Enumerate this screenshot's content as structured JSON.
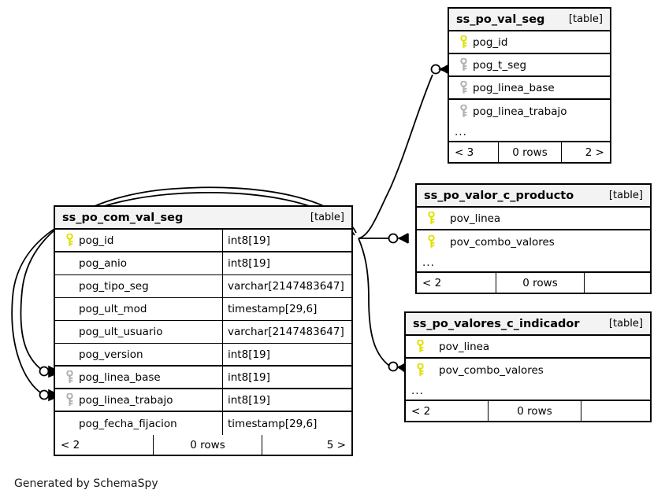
{
  "diagram": {
    "tool": "SchemaSpy",
    "caption": "Generated by SchemaSpy",
    "table_tag": "[table]",
    "ellipsis": "...",
    "colors": {
      "primary_key": "#e0e000",
      "foreign_key": "#b0b0b0",
      "header_bg": "#f3f3f3",
      "border": "#000000",
      "background": "#ffffff"
    }
  },
  "tables": [
    {
      "id": "ss_po_val_seg",
      "name": "ss_po_val_seg",
      "tag": "[table]",
      "columns": [
        {
          "name": "pog_id",
          "key": "primary",
          "type": ""
        },
        {
          "name": "pog_t_seg",
          "key": "foreign",
          "type": ""
        },
        {
          "name": "pog_linea_base",
          "key": "foreign",
          "type": ""
        },
        {
          "name": "pog_linea_trabajo",
          "key": "foreign",
          "type": ""
        }
      ],
      "truncated": "...",
      "footer": {
        "left": "< 3",
        "center": "0 rows",
        "right": "2 >"
      }
    },
    {
      "id": "ss_po_com_val_seg",
      "name": "ss_po_com_val_seg",
      "tag": "[table]",
      "columns": [
        {
          "name": "pog_id",
          "key": "primary",
          "type": "int8[19]"
        },
        {
          "name": "pog_anio",
          "key": "none",
          "type": "int8[19]"
        },
        {
          "name": "pog_tipo_seg",
          "key": "none",
          "type": "varchar[2147483647]"
        },
        {
          "name": "pog_ult_mod",
          "key": "none",
          "type": "timestamp[29,6]"
        },
        {
          "name": "pog_ult_usuario",
          "key": "none",
          "type": "varchar[2147483647]"
        },
        {
          "name": "pog_version",
          "key": "none",
          "type": "int8[19]"
        },
        {
          "name": "pog_linea_base",
          "key": "foreign",
          "type": "int8[19]"
        },
        {
          "name": "pog_linea_trabajo",
          "key": "foreign",
          "type": "int8[19]"
        },
        {
          "name": "pog_fecha_fijacion",
          "key": "none",
          "type": "timestamp[29,6]"
        }
      ],
      "truncated": "",
      "footer": {
        "left": "< 2",
        "center": "0 rows",
        "right": "5 >"
      }
    },
    {
      "id": "ss_po_valor_c_producto",
      "name": "ss_po_valor_c_producto",
      "tag": "[table]",
      "columns": [
        {
          "name": "pov_linea",
          "key": "primary",
          "type": ""
        },
        {
          "name": "pov_combo_valores",
          "key": "primary",
          "type": ""
        }
      ],
      "truncated": "...",
      "footer": {
        "left": "< 2",
        "center": "0 rows",
        "right": ""
      }
    },
    {
      "id": "ss_po_valores_c_indicador",
      "name": "ss_po_valores_c_indicador",
      "tag": "[table]",
      "columns": [
        {
          "name": "pov_linea",
          "key": "primary",
          "type": ""
        },
        {
          "name": "pov_combo_valores",
          "key": "primary",
          "type": ""
        }
      ],
      "truncated": "...",
      "footer": {
        "left": "< 2",
        "center": "0 rows",
        "right": ""
      }
    }
  ],
  "relationships": [
    {
      "from": "ss_po_com_val_seg.pog_id",
      "to": "ss_po_val_seg.pog_t_seg",
      "cardinality": "zero-or-many"
    },
    {
      "from": "ss_po_com_val_seg.pog_id",
      "to": "ss_po_valor_c_producto.pov_combo_valores",
      "cardinality": "zero-or-many"
    },
    {
      "from": "ss_po_com_val_seg.pog_id",
      "to": "ss_po_valores_c_indicador.pov_combo_valores",
      "cardinality": "zero-or-many"
    },
    {
      "from": "ss_po_com_val_seg.pog_linea_base",
      "to": "ss_po_com_val_seg.pog_id",
      "cardinality": "zero-or-many"
    },
    {
      "from": "ss_po_com_val_seg.pog_linea_trabajo",
      "to": "ss_po_com_val_seg.pog_id",
      "cardinality": "zero-or-many"
    }
  ]
}
